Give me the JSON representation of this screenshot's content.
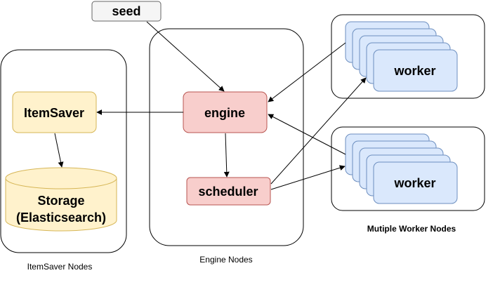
{
  "diagram": {
    "nodes": {
      "seed": "seed",
      "engine": "engine",
      "scheduler": "scheduler",
      "itemsaver": "ItemSaver",
      "storage_line1": "Storage",
      "storage_line2": "(Elasticsearch)",
      "worker_top": "worker",
      "worker_bottom": "worker"
    },
    "groups": {
      "itemsaver_nodes": "ItemSaver Nodes",
      "engine_nodes": "Engine Nodes",
      "worker_nodes": "Mutiple Worker Nodes"
    },
    "colors": {
      "engine_fill": "#f8cecc",
      "engine_stroke": "#b85450",
      "yellow_fill": "#fff2cc",
      "yellow_stroke": "#d6b656",
      "worker_fill": "#dae8fc",
      "worker_stroke": "#6c8ebf",
      "seed_fill": "#f5f5f5",
      "seed_stroke": "#666666"
    }
  }
}
